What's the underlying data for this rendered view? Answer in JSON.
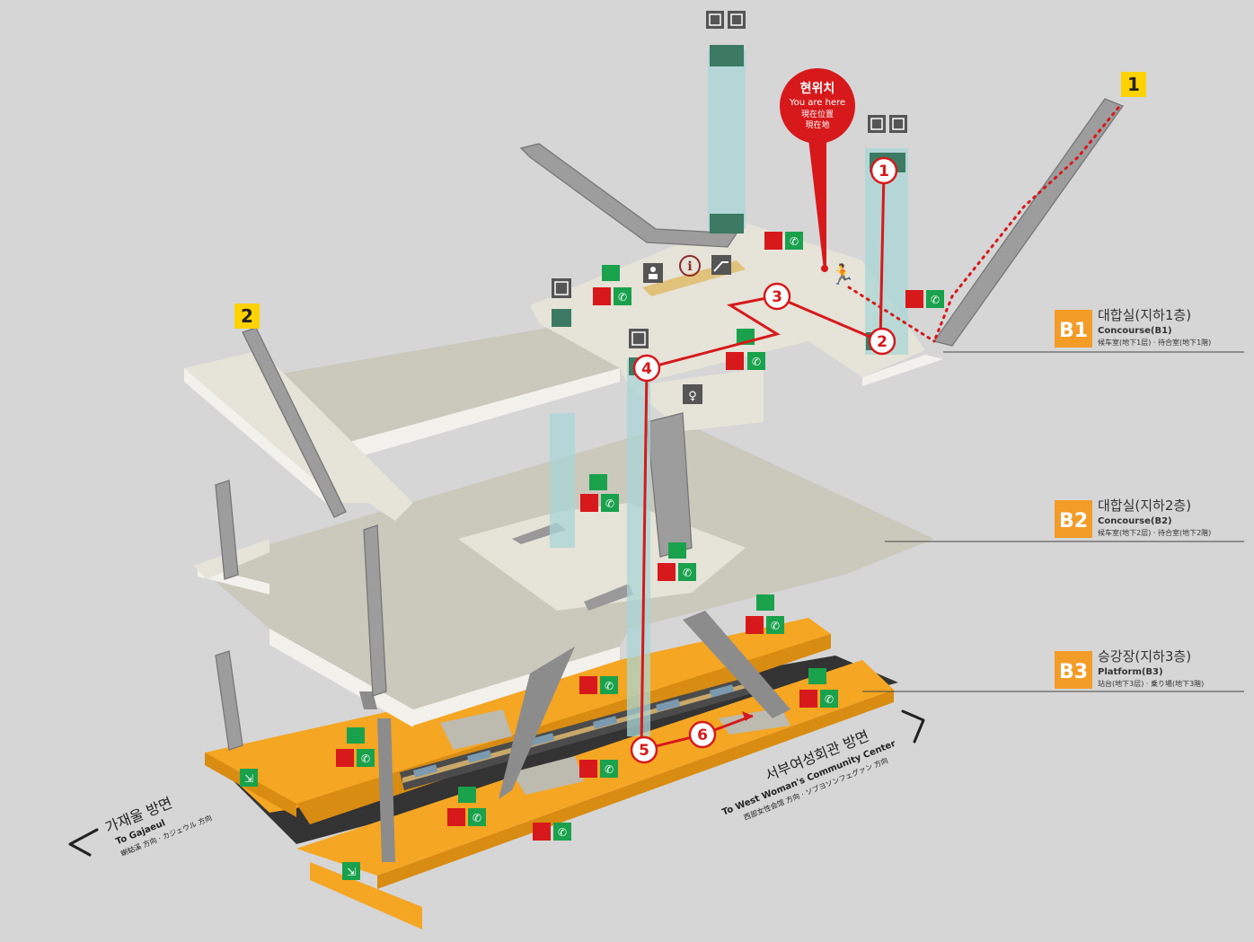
{
  "exits": [
    {
      "id": "exit-1",
      "label": "1"
    },
    {
      "id": "exit-2",
      "label": "2"
    }
  ],
  "you_are_here": {
    "ko": "현위치",
    "en": "You are here",
    "zh": "現在位置",
    "ja": "現在地"
  },
  "floors": [
    {
      "code": "B1",
      "title": "대합실(지하1층)",
      "en": "Concourse(B1)",
      "cjk": "候车室(地下1层) · 待合室(地下1階)"
    },
    {
      "code": "B2",
      "title": "대합실(지하2층)",
      "en": "Concourse(B2)",
      "cjk": "候车室(地下2层) · 待合室(地下2階)"
    },
    {
      "code": "B3",
      "title": "승강장(지하3층)",
      "en": "Platform(B3)",
      "cjk": "站台(地下3层) · 乗り場(地下3階)"
    }
  ],
  "directions": {
    "left": {
      "ko": "가재울 방면",
      "en": "To Gajaeul",
      "cjk": "蝲蛄溪 方向 · カジェウル 方向"
    },
    "right": {
      "ko": "서부여성회관 방면",
      "en": "To West Woman's Community Center",
      "cjk": "西部女性会馆 方向 · ソブヨソンフェグァン 方向"
    }
  },
  "route_steps": [
    "1",
    "2",
    "3",
    "4",
    "5",
    "6"
  ],
  "colors": {
    "background": "#d6d6d6",
    "floor_top": "#e6e3d8",
    "floor_mid": "#cfcbbf",
    "platform": "#f5a623",
    "route": "#d7191c",
    "exit_badge": "#ffd200",
    "floor_badge": "#f39c28",
    "elevator_glass": "#a9d6d6",
    "safety_green": "#1aa14c",
    "safety_red": "#d7191c"
  },
  "icons": [
    "elevator-icon",
    "information-icon",
    "nursing-room-icon",
    "escalator-icon",
    "restroom-icon",
    "fire-extinguisher-icon",
    "emergency-phone-icon",
    "first-aid-icon",
    "emergency-exit-icon",
    "running-person-icon"
  ]
}
